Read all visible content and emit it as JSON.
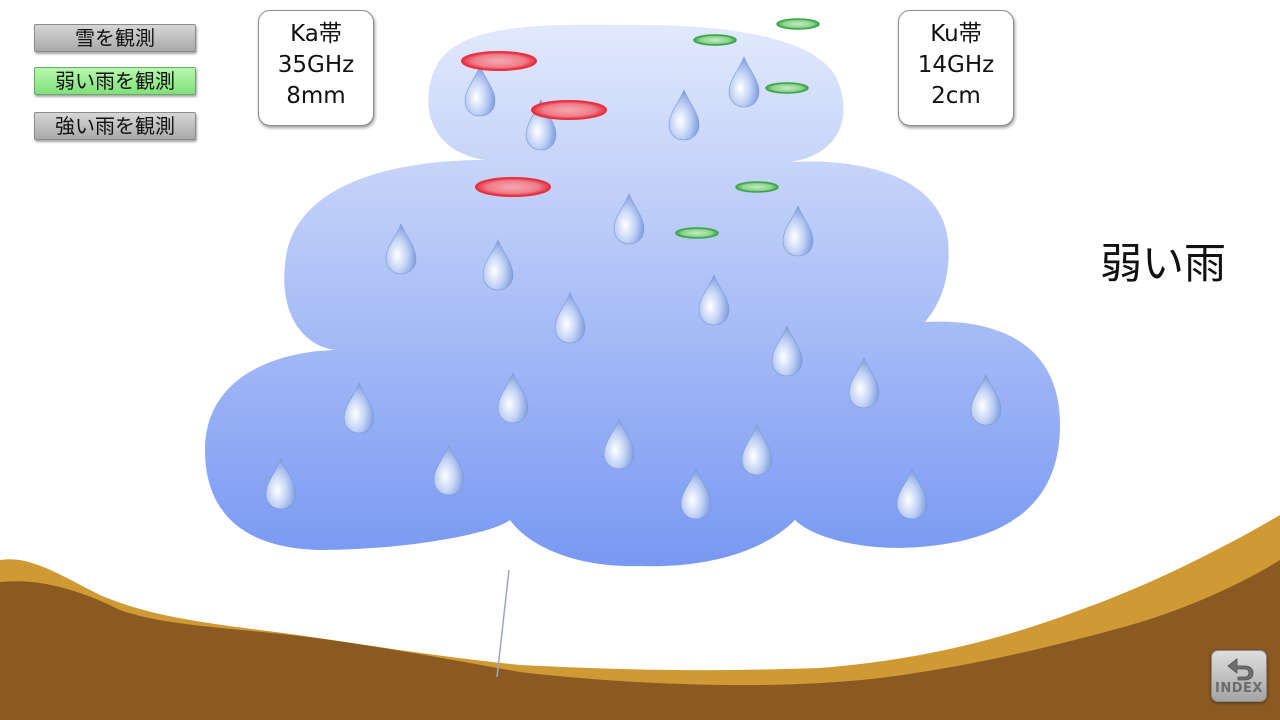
{
  "mode_buttons": [
    {
      "label": "雪を観測",
      "active": false
    },
    {
      "label": "弱い雨を観測",
      "active": true
    },
    {
      "label": "強い雨を観測",
      "active": false
    }
  ],
  "ka_band": {
    "name": "Ka帯",
    "frequency": "35GHz",
    "wavelength": "8mm",
    "echo_color": "#e8303f"
  },
  "ku_band": {
    "name": "Ku帯",
    "frequency": "14GHz",
    "wavelength": "2cm",
    "echo_color": "#3aa64a"
  },
  "condition_label": "弱い雨",
  "index_button": {
    "label": "INDEX",
    "icon": "return-arrow-icon"
  },
  "colors": {
    "cloud_top": "#dde6fb",
    "cloud_bottom": "#7a9ff2",
    "ground_light": "#cf9a34",
    "ground_dark": "#8a5a22",
    "raindrop": "#a8bff0"
  }
}
